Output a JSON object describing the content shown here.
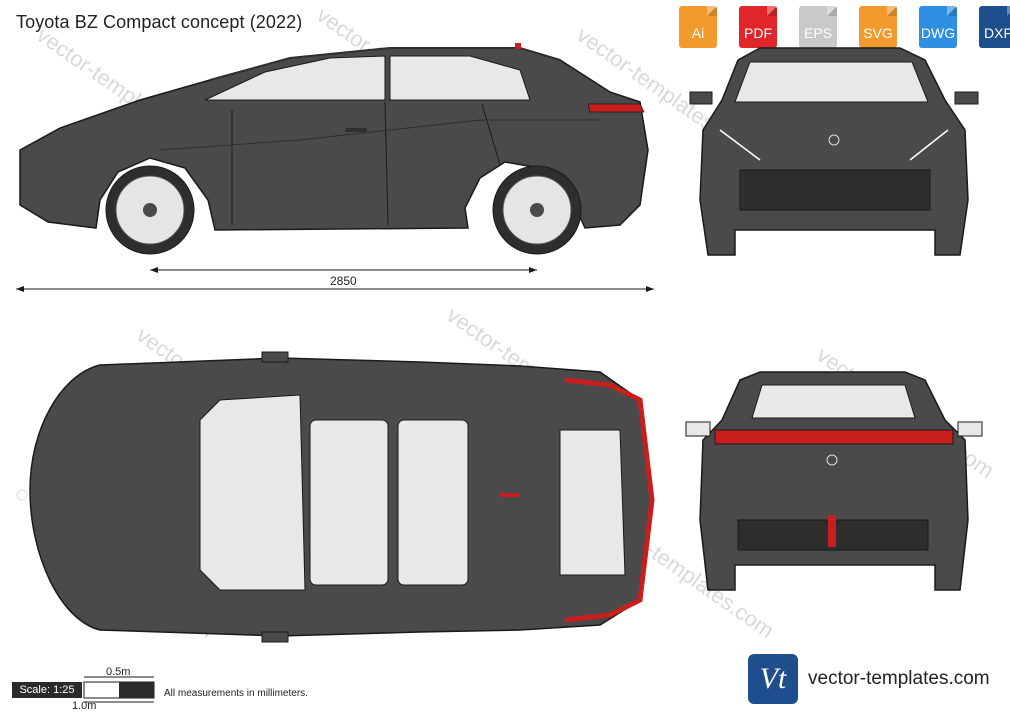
{
  "title": "Toyota BZ Compact concept (2022)",
  "formats": [
    {
      "label": "Ai",
      "color": "#f29a2e"
    },
    {
      "label": "PDF",
      "color": "#e0262b"
    },
    {
      "label": "EPS",
      "color": "#c9c9c9"
    },
    {
      "label": "SVG",
      "color": "#f29a2e"
    },
    {
      "label": "DWG",
      "color": "#2f8fe3"
    },
    {
      "label": "DXF",
      "color": "#1f4e8c"
    }
  ],
  "dimensions": {
    "wheelbase": "2850"
  },
  "scale": {
    "label": "Scale: 1:25",
    "half_meter": "0.5m",
    "one_meter": "1.0m"
  },
  "note": "All measurements in millimeters.",
  "watermark": "vector-templates.com",
  "brand": {
    "logo": "Vt",
    "site": "vector-templates.com"
  },
  "colors": {
    "body": "#4a4a4a",
    "dark": "#2e2e2e",
    "glass": "#e8e8e8",
    "red": "#c81e1e",
    "line": "#1a1a1a"
  }
}
